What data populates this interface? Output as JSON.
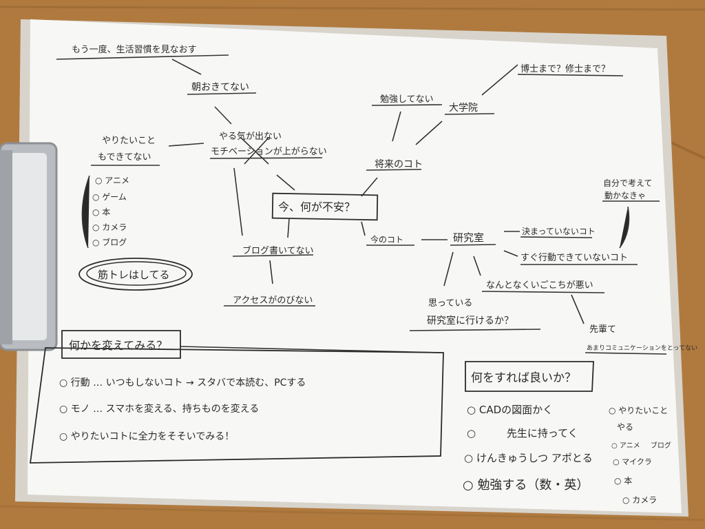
{
  "colors": {
    "desk": "#b07a3f",
    "paper": "#f7f7f5",
    "ink": "#2a2a2a",
    "clip": "#b9bcc0"
  },
  "top": {
    "header": "もう一度、生活習慣を見なおす",
    "wake": "朝おきてない",
    "motivation": [
      "やる気が出ない",
      "モチベーションが上がらない"
    ],
    "want": [
      "やりたいこと",
      "もできてない"
    ],
    "list": [
      "アニメ",
      "ゲーム",
      "本",
      "カメラ",
      "ブログ"
    ],
    "muscle": "筋トレはしてる",
    "center": "今、何が不安？",
    "blog": "ブログ書いてない",
    "access": "アクセスがのびない",
    "future": "将来のコト",
    "study": "勉強してない",
    "grad": "大学院",
    "doctor": "博士まで？修士まで？",
    "now": "今のコト",
    "lab": "研究室",
    "undecided": "決まっていないコト",
    "immediate": "すぐ行動できていないコト",
    "self": [
      "自分で考えて",
      "動かなきゃ"
    ],
    "uncomfortable": "なんとなくいごこちが悪い",
    "thinking": [
      "思っている",
      "研究室に行けるか？"
    ],
    "senpai": [
      "先輩て",
      "あまりコミュニケーションをとってない"
    ]
  },
  "change": {
    "title": "何かを変えてみる？",
    "items": [
      "行動 … いつもしないコト → スタバで本読む、PCする",
      "モノ … スマホを変える、持ちものを変える",
      "やりたいコトに全力をそそいでみる！"
    ]
  },
  "todo": {
    "title": "何をすれば良いか？",
    "items": [
      "CADの図面かく",
      "先生に持ってく",
      "けんきゅうしつ アポとる",
      "勉強する（数・英）"
    ],
    "side": [
      "やりたいこと",
      "やる",
      "アニメ",
      "ブログ",
      "マイクラ",
      "本",
      "カメラ"
    ]
  }
}
